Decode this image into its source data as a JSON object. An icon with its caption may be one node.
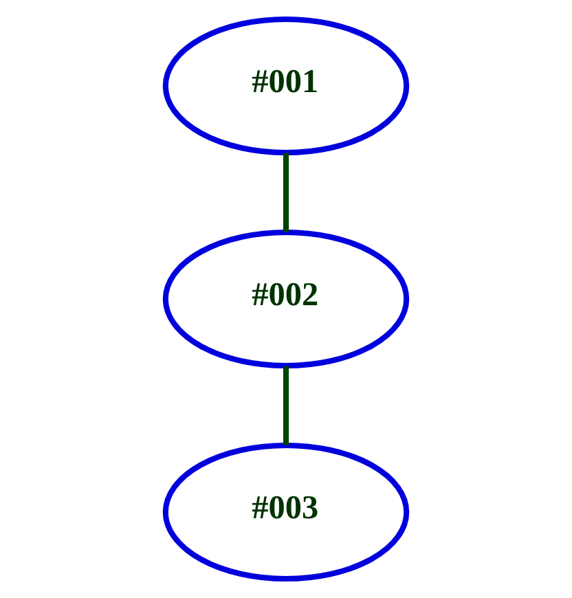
{
  "diagram": {
    "nodes": [
      {
        "text": [
          "#001"
        ]
      },
      {
        "text": [
          "#002"
        ]
      },
      {
        "text": [
          "#003"
        ]
      }
    ],
    "edges": [
      {
        "from": 0,
        "to": 1,
        "arrow": "none"
      },
      {
        "from": 1,
        "to": 2,
        "arrow": "none"
      }
    ]
  }
}
